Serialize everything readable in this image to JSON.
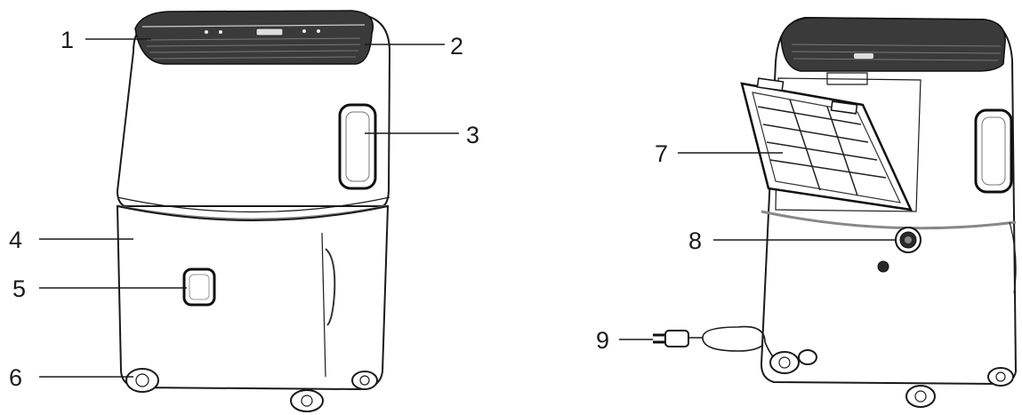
{
  "callouts": {
    "c1": "1",
    "c2": "2",
    "c3": "3",
    "c4": "4",
    "c5": "5",
    "c6": "6",
    "c7": "7",
    "c8": "8",
    "c9": "9"
  },
  "views": {
    "front": "dehumidifier-front-view",
    "rear": "dehumidifier-rear-view"
  }
}
